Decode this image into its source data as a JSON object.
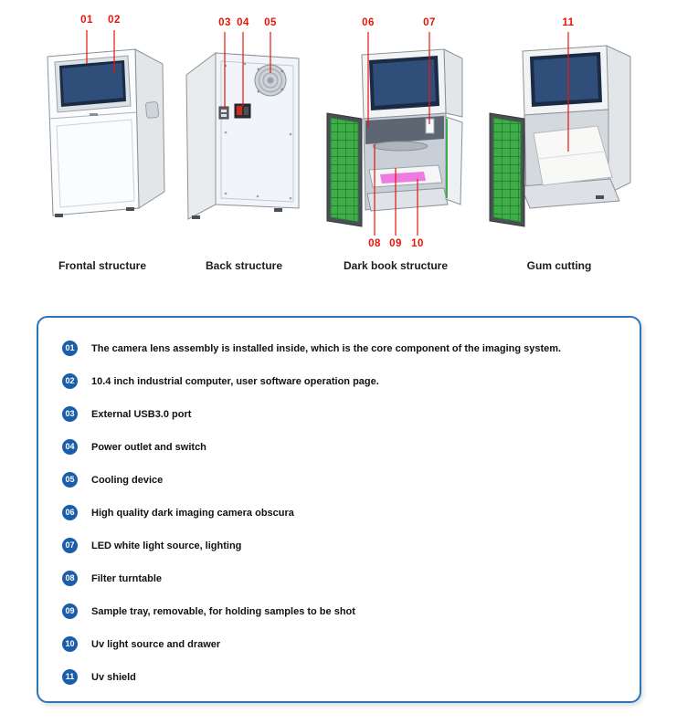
{
  "figures": {
    "frontal": {
      "caption": "Frontal structure"
    },
    "back": {
      "caption": "Back structure"
    },
    "dark_book": {
      "caption": "Dark book structure"
    },
    "gum_cutting": {
      "caption": "Gum cutting"
    }
  },
  "callouts": {
    "c01": "01",
    "c02": "02",
    "c03": "03",
    "c04": "04",
    "c05": "05",
    "c06": "06",
    "c07": "07",
    "c08": "08",
    "c09": "09",
    "c10": "10",
    "c11": "11"
  },
  "legend": {
    "items": [
      {
        "num": "01",
        "text": "The camera lens assembly is installed inside, which is the core component of the imaging system."
      },
      {
        "num": "02",
        "text": "10.4 inch industrial computer, user software operation page."
      },
      {
        "num": "03",
        "text": "External USB3.0 port"
      },
      {
        "num": "04",
        "text": "Power outlet and switch"
      },
      {
        "num": "05",
        "text": "Cooling device"
      },
      {
        "num": "06",
        "text": "High quality dark imaging camera obscura"
      },
      {
        "num": "07",
        "text": "LED white light source, lighting"
      },
      {
        "num": "08",
        "text": "Filter turntable"
      },
      {
        "num": "09",
        "text": "Sample tray, removable, for holding samples to be shot"
      },
      {
        "num": "10",
        "text": "Uv light source and drawer"
      },
      {
        "num": "11",
        "text": "Uv shield"
      }
    ]
  },
  "colors": {
    "callout_red": "#e8140a",
    "badge_blue": "#1a5dab",
    "panel_border_blue": "#2e74b9",
    "gasket_green": "#3fae49"
  }
}
